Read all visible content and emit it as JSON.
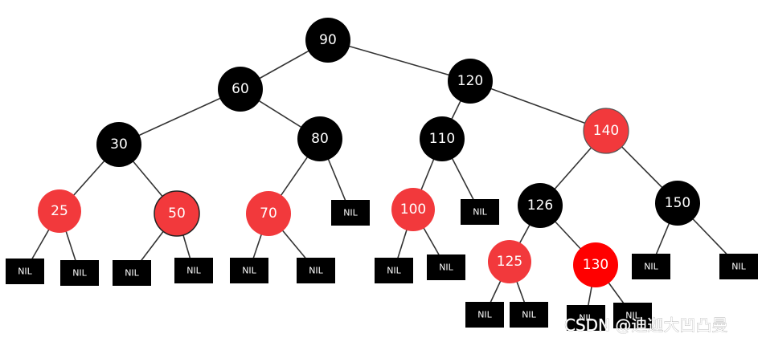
{
  "tree": {
    "nodes": [
      {
        "id": "n90",
        "label": "90",
        "color": "black"
      },
      {
        "id": "n60",
        "label": "60",
        "color": "black"
      },
      {
        "id": "n120",
        "label": "120",
        "color": "black"
      },
      {
        "id": "n30",
        "label": "30",
        "color": "black"
      },
      {
        "id": "n80",
        "label": "80",
        "color": "black"
      },
      {
        "id": "n110",
        "label": "110",
        "color": "black"
      },
      {
        "id": "n140",
        "label": "140",
        "color": "red"
      },
      {
        "id": "n25",
        "label": "25",
        "color": "red"
      },
      {
        "id": "n50",
        "label": "50",
        "color": "red"
      },
      {
        "id": "n70",
        "label": "70",
        "color": "red"
      },
      {
        "id": "n100",
        "label": "100",
        "color": "red"
      },
      {
        "id": "n126",
        "label": "126",
        "color": "black"
      },
      {
        "id": "n150",
        "label": "150",
        "color": "black"
      },
      {
        "id": "n125",
        "label": "125",
        "color": "red"
      },
      {
        "id": "n130",
        "label": "130",
        "color": "red"
      }
    ],
    "nil_label": "NIL",
    "colors": {
      "black": "#000000",
      "red": "#f2393c",
      "bright_red": "#ff0000",
      "edge": "#333333"
    }
  },
  "watermark": {
    "text": "CSDN @迪迦大凹凸曼"
  }
}
